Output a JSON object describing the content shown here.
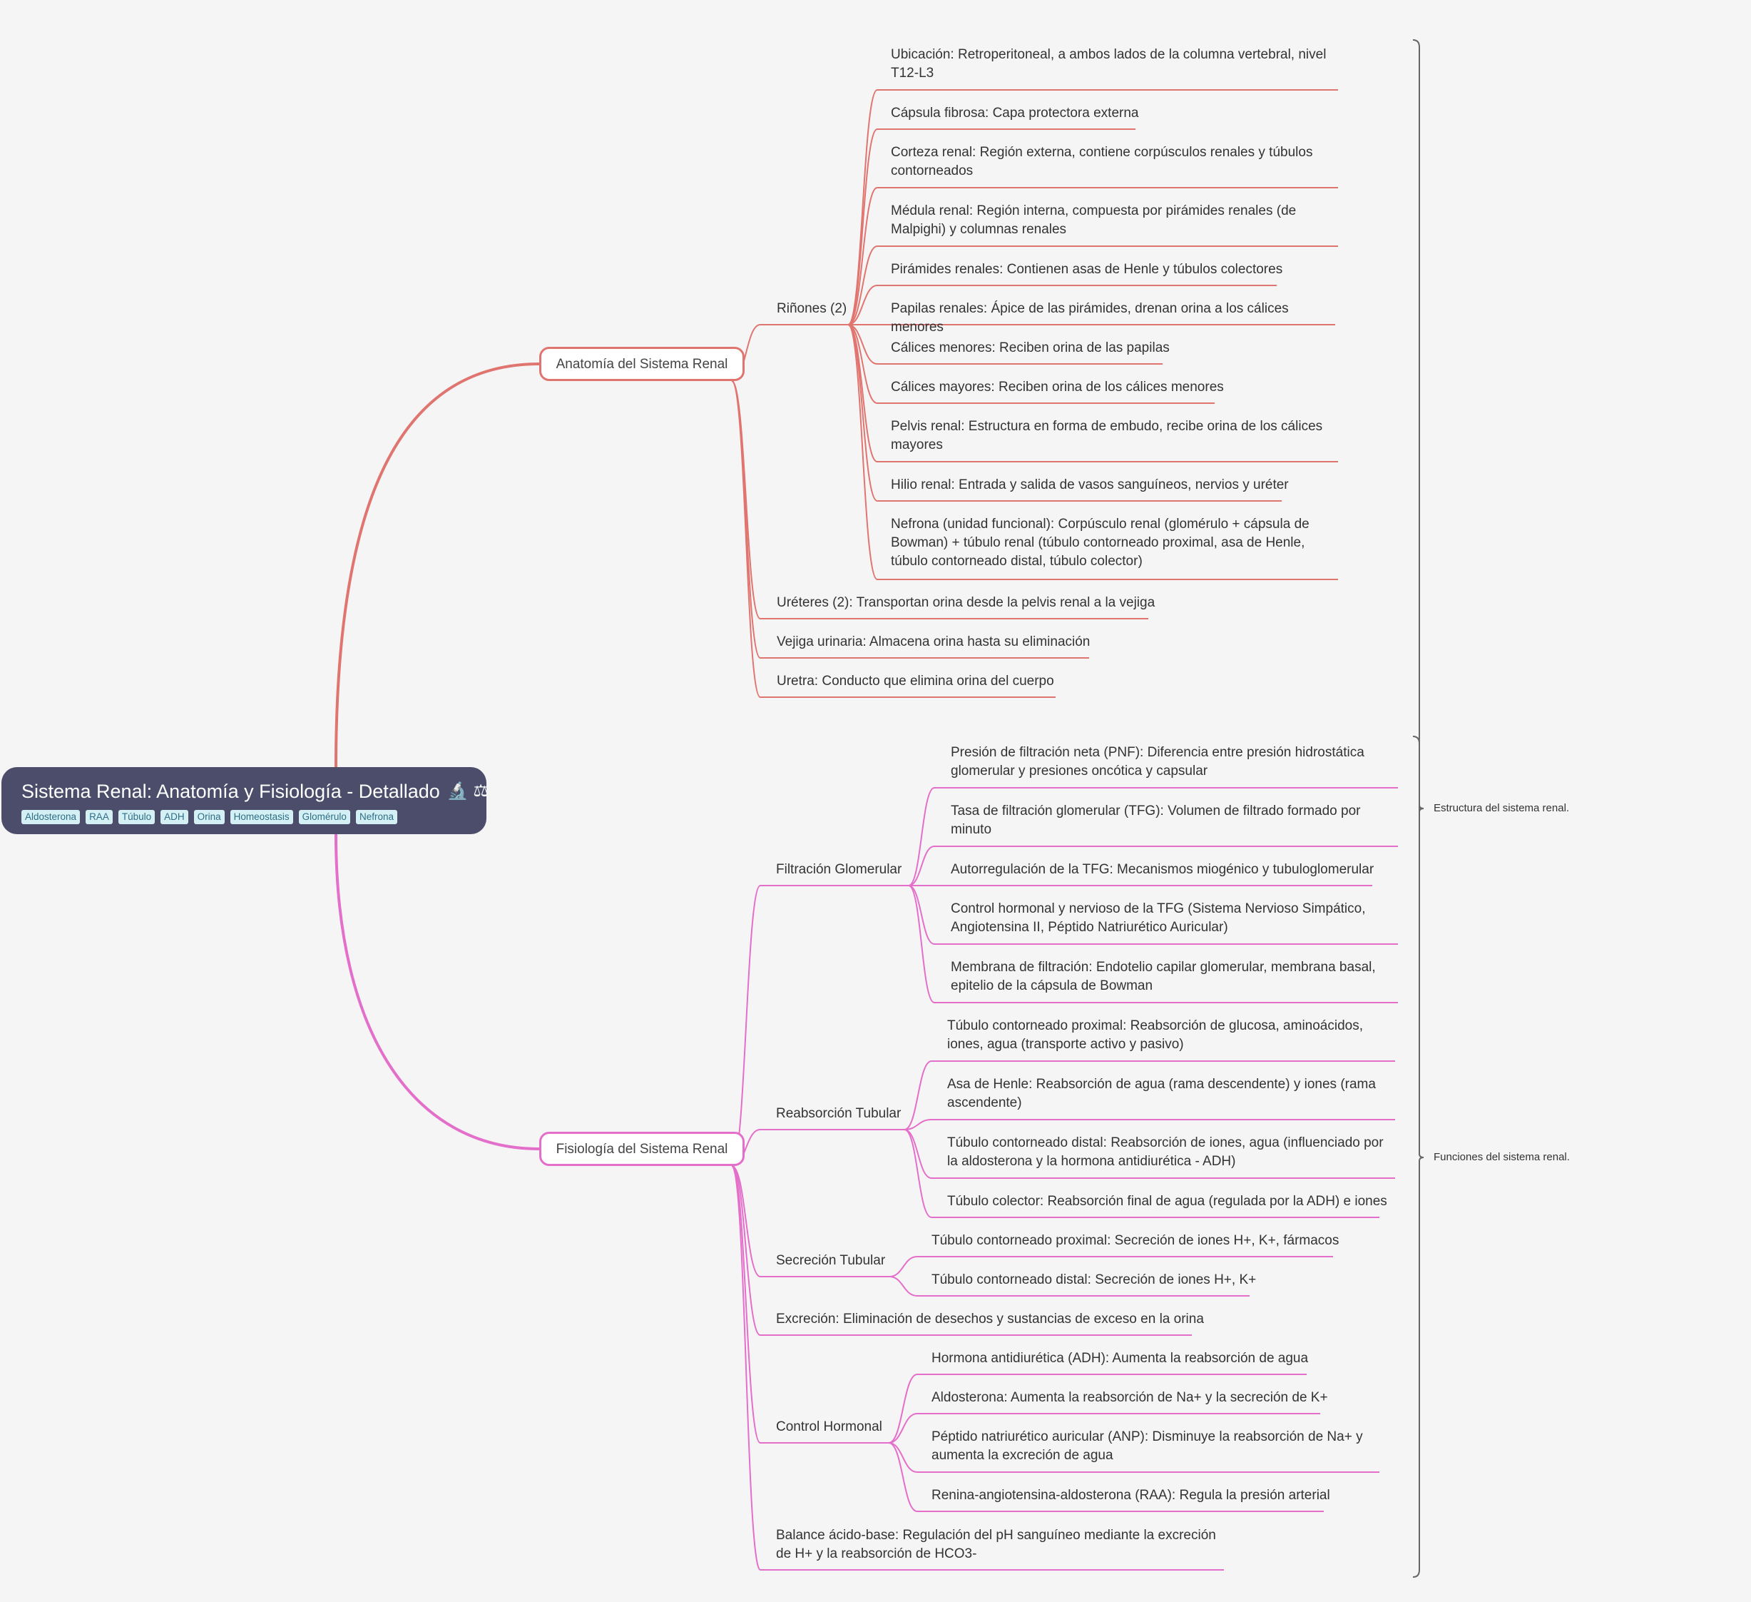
{
  "root": {
    "title": "Sistema Renal: Anatomía y Fisiología - Detallado",
    "icons": "🔬 ⚖",
    "tags": [
      "Aldosterona",
      "RAA",
      "Túbulo",
      "ADH",
      "Orina",
      "Homeostasis",
      "Glomérulo",
      "Nefrona"
    ]
  },
  "colors": {
    "anatomy": "#e07570",
    "physiology": "#e46fca",
    "root": "#4b4d6a",
    "background": "#f5f5f6",
    "tag_bg": "#d5f0f4",
    "tag_text": "#2d6e86"
  },
  "anatomy": {
    "label": "Anatomía del Sistema Renal",
    "children": [
      {
        "label": "Riñones (2)",
        "children": [
          "Ubicación: Retroperitoneal, a ambos lados de la columna vertebral, nivel T12-L3",
          "Cápsula fibrosa: Capa protectora externa",
          "Corteza renal: Región externa, contiene corpúsculos renales y túbulos contorneados",
          "Médula renal: Región interna, compuesta por pirámides renales (de Malpighi) y columnas renales",
          "Pirámides renales: Contienen asas de Henle y túbulos colectores",
          "Papilas renales: Ápice de las pirámides, drenan orina a los cálices menores",
          "Cálices menores: Reciben orina de las papilas",
          "Cálices mayores: Reciben orina de los cálices menores",
          "Pelvis renal: Estructura en forma de embudo, recibe orina de los cálices mayores",
          "Hilio renal: Entrada y salida de vasos sanguíneos, nervios y uréter",
          "Nefrona (unidad funcional): Corpúsculo renal (glomérulo + cápsula de Bowman) + túbulo renal (túbulo contorneado proximal, asa de Henle, túbulo contorneado distal, túbulo colector)"
        ]
      },
      {
        "label": "Uréteres (2): Transportan orina desde la pelvis renal a la vejiga",
        "children": []
      },
      {
        "label": "Vejiga urinaria: Almacena orina hasta su eliminación",
        "children": []
      },
      {
        "label": "Uretra: Conducto que elimina orina del cuerpo",
        "children": []
      }
    ]
  },
  "physiology": {
    "label": "Fisiología del Sistema Renal",
    "children": [
      {
        "label": "Filtración Glomerular",
        "children": [
          "Presión de filtración neta (PNF): Diferencia entre presión hidrostática glomerular y presiones oncótica y capsular",
          "Tasa de filtración glomerular (TFG): Volumen de filtrado formado por minuto",
          "Autorregulación de la TFG: Mecanismos miogénico y tubuloglomerular",
          "Control hormonal y nervioso de la TFG (Sistema Nervioso Simpático, Angiotensina II, Péptido Natriurético Auricular)",
          "Membrana de filtración: Endotelio capilar glomerular, membrana basal, epitelio de la cápsula de Bowman"
        ]
      },
      {
        "label": "Reabsorción Tubular",
        "children": [
          "Túbulo contorneado proximal: Reabsorción de glucosa, aminoácidos, iones, agua (transporte activo y pasivo)",
          "Asa de Henle: Reabsorción de agua (rama descendente) y iones (rama ascendente)",
          "Túbulo contorneado distal: Reabsorción de iones, agua (influenciado por la aldosterona y la hormona antidiurética - ADH)",
          "Túbulo colector: Reabsorción final de agua (regulada por la ADH) e iones"
        ]
      },
      {
        "label": "Secreción Tubular",
        "children": [
          "Túbulo contorneado proximal: Secreción de iones H+, K+, fármacos",
          "Túbulo contorneado distal: Secreción de iones H+, K+"
        ]
      },
      {
        "label": "Excreción: Eliminación de desechos y sustancias de exceso en la orina",
        "children": []
      },
      {
        "label": "Control Hormonal",
        "children": [
          "Hormona antidiurética (ADH): Aumenta la reabsorción de agua",
          "Aldosterona: Aumenta la reabsorción de Na+ y la secreción de K+",
          "Péptido natriurético auricular (ANP): Disminuye la reabsorción de Na+ y aumenta la excreción de agua",
          "Renina-angiotensina-aldosterona (RAA): Regula la presión arterial"
        ]
      },
      {
        "label": "Balance ácido-base: Regulación del pH sanguíneo mediante la excreción de H+ y la reabsorción de HCO3-",
        "children": []
      }
    ]
  },
  "summaries": [
    "Estructura del sistema renal.",
    "Funciones del sistema renal."
  ]
}
